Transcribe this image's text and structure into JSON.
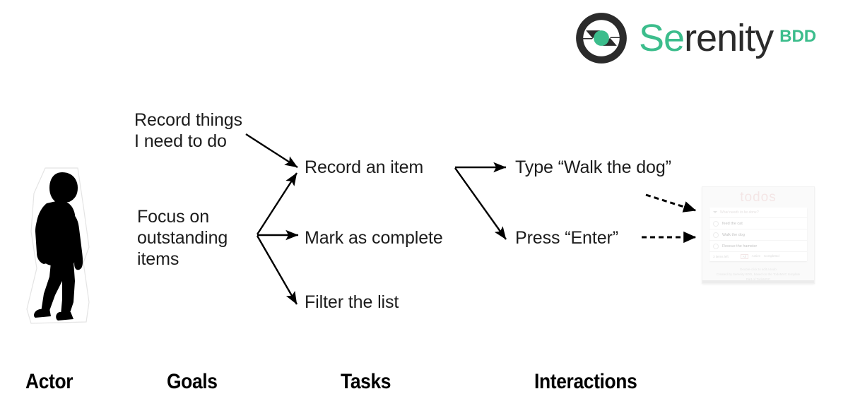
{
  "logo": {
    "word_primary": "Se",
    "word_secondary": "renity",
    "suffix": "BDD",
    "brand_green": "#3cbd8c",
    "brand_dark": "#2b2b2b",
    "mark_name": "serenity-cycle-mark"
  },
  "columns": [
    {
      "key": "actor",
      "caption": "Actor"
    },
    {
      "key": "goals",
      "caption": "Goals"
    },
    {
      "key": "tasks",
      "caption": "Tasks"
    },
    {
      "key": "interactions",
      "caption": "Interactions"
    }
  ],
  "actor": {
    "label": "walking-person-silhouette"
  },
  "goals": [
    {
      "id": "goal-record",
      "text": "Record things\nI need to do"
    },
    {
      "id": "goal-focus",
      "text": "Focus on\noutstanding\nitems"
    }
  ],
  "tasks": [
    {
      "id": "task-record",
      "text": "Record an item"
    },
    {
      "id": "task-complete",
      "text": "Mark as complete"
    },
    {
      "id": "task-filter",
      "text": "Filter the list"
    }
  ],
  "interactions": [
    {
      "id": "interaction-type",
      "text": "Type “Walk the dog”"
    },
    {
      "id": "interaction-enter",
      "text": "Press “Enter”"
    }
  ],
  "connectors": [
    {
      "from": "goal-record",
      "to": "task-record",
      "style": "solid"
    },
    {
      "from": "goal-focus",
      "to": "task-record",
      "style": "solid"
    },
    {
      "from": "goal-focus",
      "to": "task-complete",
      "style": "solid"
    },
    {
      "from": "goal-focus",
      "to": "task-filter",
      "style": "solid"
    },
    {
      "from": "task-record",
      "to": "interaction-type",
      "style": "solid"
    },
    {
      "from": "task-record",
      "to": "interaction-enter",
      "style": "solid"
    },
    {
      "from": "interaction-type",
      "to": "app-screenshot",
      "style": "dashed"
    },
    {
      "from": "interaction-enter",
      "to": "app-screenshot",
      "style": "dashed"
    }
  ],
  "app_screenshot": {
    "title": "todos",
    "new_todo_placeholder": "What needs to be done?",
    "items": [
      {
        "label": "feed the cat",
        "done": false
      },
      {
        "label": "Walk the dog",
        "done": false
      },
      {
        "label": "Rescue the hamster",
        "done": false
      }
    ],
    "count_label": "3 items left",
    "filters": [
      {
        "label": "All",
        "selected": true
      },
      {
        "label": "Active",
        "selected": false
      },
      {
        "label": "Completed",
        "selected": false
      }
    ],
    "credits": [
      "Double-click to edit a todo",
      "Created by Serenity BDD, based on the TodoMVC template",
      "Part of TodoMVC"
    ]
  }
}
